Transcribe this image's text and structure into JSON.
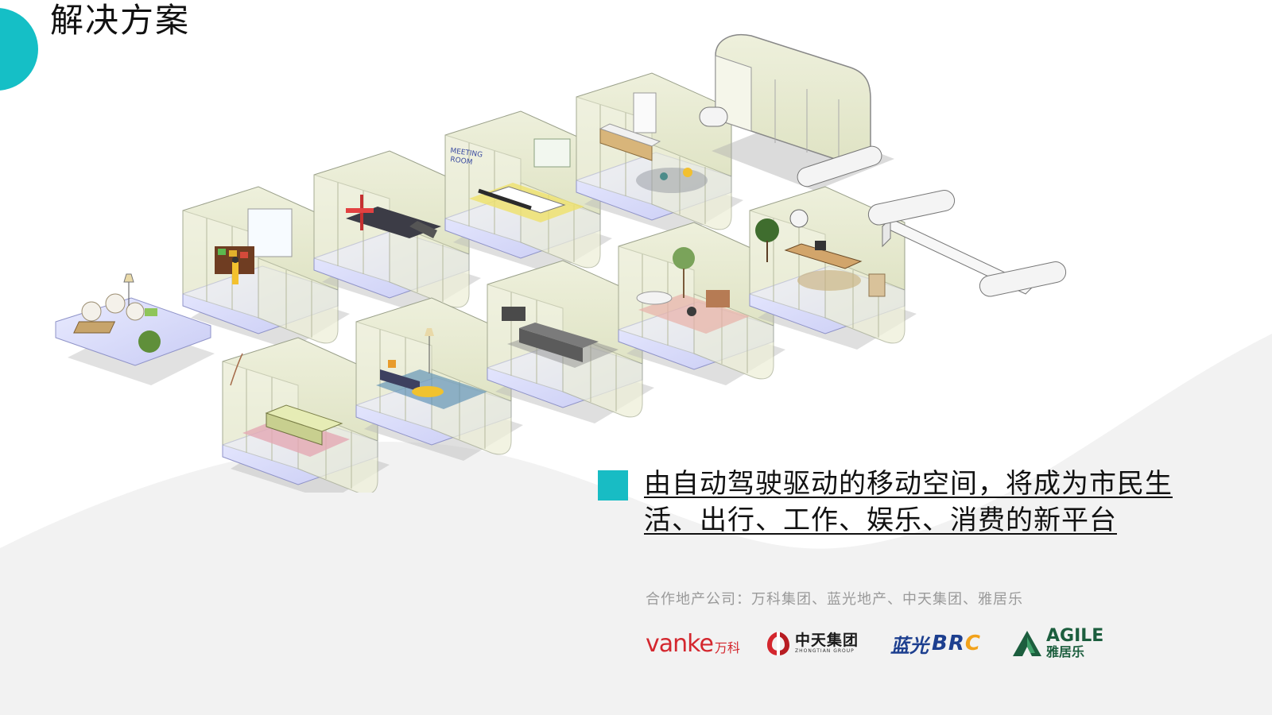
{
  "slide": {
    "title": "解决方案",
    "accent_color": "#15bfc6"
  },
  "headline": {
    "text": "由自动驾驶驱动的移动空间，将成为市民生活、出行、工作、娱乐、消费的新平台"
  },
  "illustration": {
    "modules": [
      {
        "icon": "lounge-deck-icon"
      },
      {
        "icon": "convenience-store-icon"
      },
      {
        "icon": "gym-icon"
      },
      {
        "icon": "meeting-room-icon",
        "label": "MEETING ROOM"
      },
      {
        "icon": "kitchen-icon"
      },
      {
        "icon": "vehicle-chassis-icon"
      },
      {
        "icon": "bedroom-icon"
      },
      {
        "icon": "living-room-icon"
      },
      {
        "icon": "media-room-icon"
      },
      {
        "icon": "kids-room-icon"
      },
      {
        "icon": "office-icon"
      },
      {
        "icon": "chassis-frame-icon"
      }
    ]
  },
  "partners": {
    "caption": "合作地产公司：万科集团、蓝光地产、中天集团、雅居乐",
    "logos": {
      "vanke": {
        "word": "vanke",
        "cn": "万科",
        "color": "#d4272e"
      },
      "zhongtian": {
        "cn": "中天集团",
        "en": "ZHONGTIAN GROUP",
        "color": "#d4272e"
      },
      "languang": {
        "cn": "蓝光",
        "en_main": "BR",
        "en_last": "C",
        "color": "#1d3f8f"
      },
      "agile": {
        "en": "AGILE",
        "cn": "雅居乐",
        "color": "#1c5e3e"
      }
    }
  }
}
